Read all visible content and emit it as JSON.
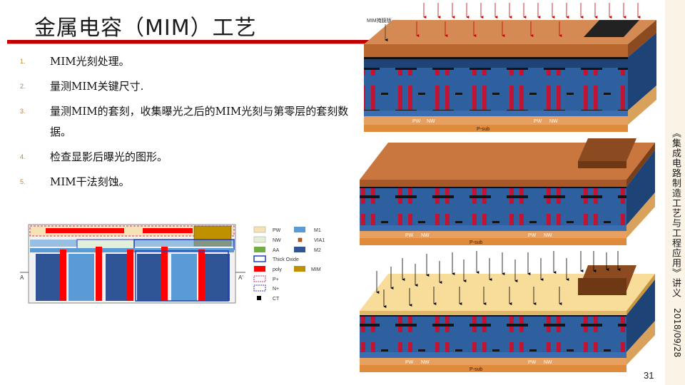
{
  "slide": {
    "title": "金属电容（MIM）工艺",
    "page_number": "31",
    "side_title": "《集成电路制造工艺与工程应用》讲义",
    "side_date": "2018/09/28"
  },
  "steps": [
    {
      "num": "1.",
      "text": "MIM光刻处理。"
    },
    {
      "num": "2.",
      "text": "量测MIM关键尺寸."
    },
    {
      "num": "3.",
      "text": "量测MIM的套刻，收集曝光之后的MIM光刻与第零层的套刻数据。"
    },
    {
      "num": "4.",
      "text": "检查显影后曝光的图形。"
    },
    {
      "num": "5.",
      "text": "MIM干法刻蚀。"
    }
  ],
  "cross_section": {
    "axis_left": "A",
    "axis_right": "A'"
  },
  "legend": [
    {
      "label": "PW",
      "color": "#f7e2b5",
      "style": "fill"
    },
    {
      "label": "M1",
      "color": "#5b9bd5",
      "style": "fill"
    },
    {
      "label": "NW",
      "color": "#e2efd9",
      "style": "fill"
    },
    {
      "label": "VIA1",
      "color": "#c55a11",
      "style": "small"
    },
    {
      "label": "AA",
      "color": "#70ad47",
      "style": "fill"
    },
    {
      "label": "M2",
      "color": "#2f5597",
      "style": "fill"
    },
    {
      "label": "Thick Oxide",
      "color": "#1f3fbf",
      "style": "outline"
    },
    {
      "label": "poly",
      "color": "#ff0000",
      "style": "fill"
    },
    {
      "label": "MIM",
      "color": "#bf9000",
      "style": "fill"
    },
    {
      "label": "P+",
      "color": "#cc3366",
      "style": "dashed"
    },
    {
      "label": "N+",
      "color": "#3333cc",
      "style": "dashed"
    },
    {
      "label": "CT",
      "color": "#000000",
      "style": "small"
    }
  ],
  "diagram": {
    "mask_label": "MIM掩膜版",
    "psub_label": "P-sub",
    "pw_label": "PW",
    "nw_label": "NW"
  },
  "colors": {
    "accent_red": "#c00000",
    "photoresist_brown": "#b9662f",
    "oxide_blue": "#2e5f9e",
    "substrate_orange": "#e8a060",
    "exposed_resist": "#f7dc9a"
  }
}
